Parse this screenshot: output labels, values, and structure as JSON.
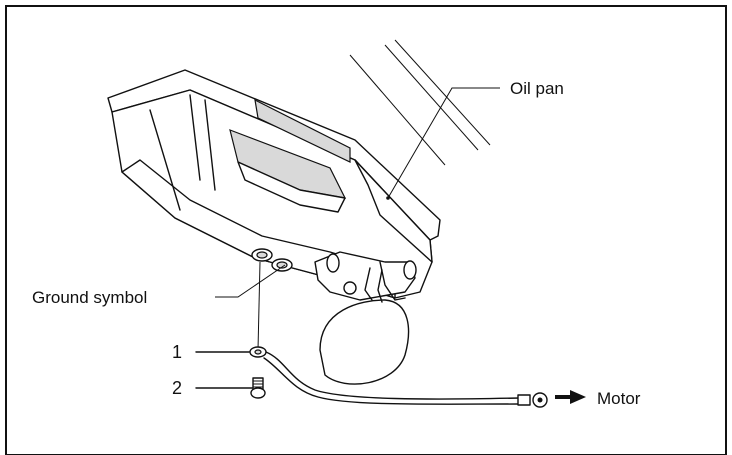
{
  "labels": {
    "oil_pan": "Oil pan",
    "ground_symbol": "Ground symbol",
    "motor": "Motor",
    "part_1": "1",
    "part_2": "2"
  },
  "colors": {
    "line": "#111111",
    "shade": "#d9d9d9",
    "background": "#ffffff"
  }
}
